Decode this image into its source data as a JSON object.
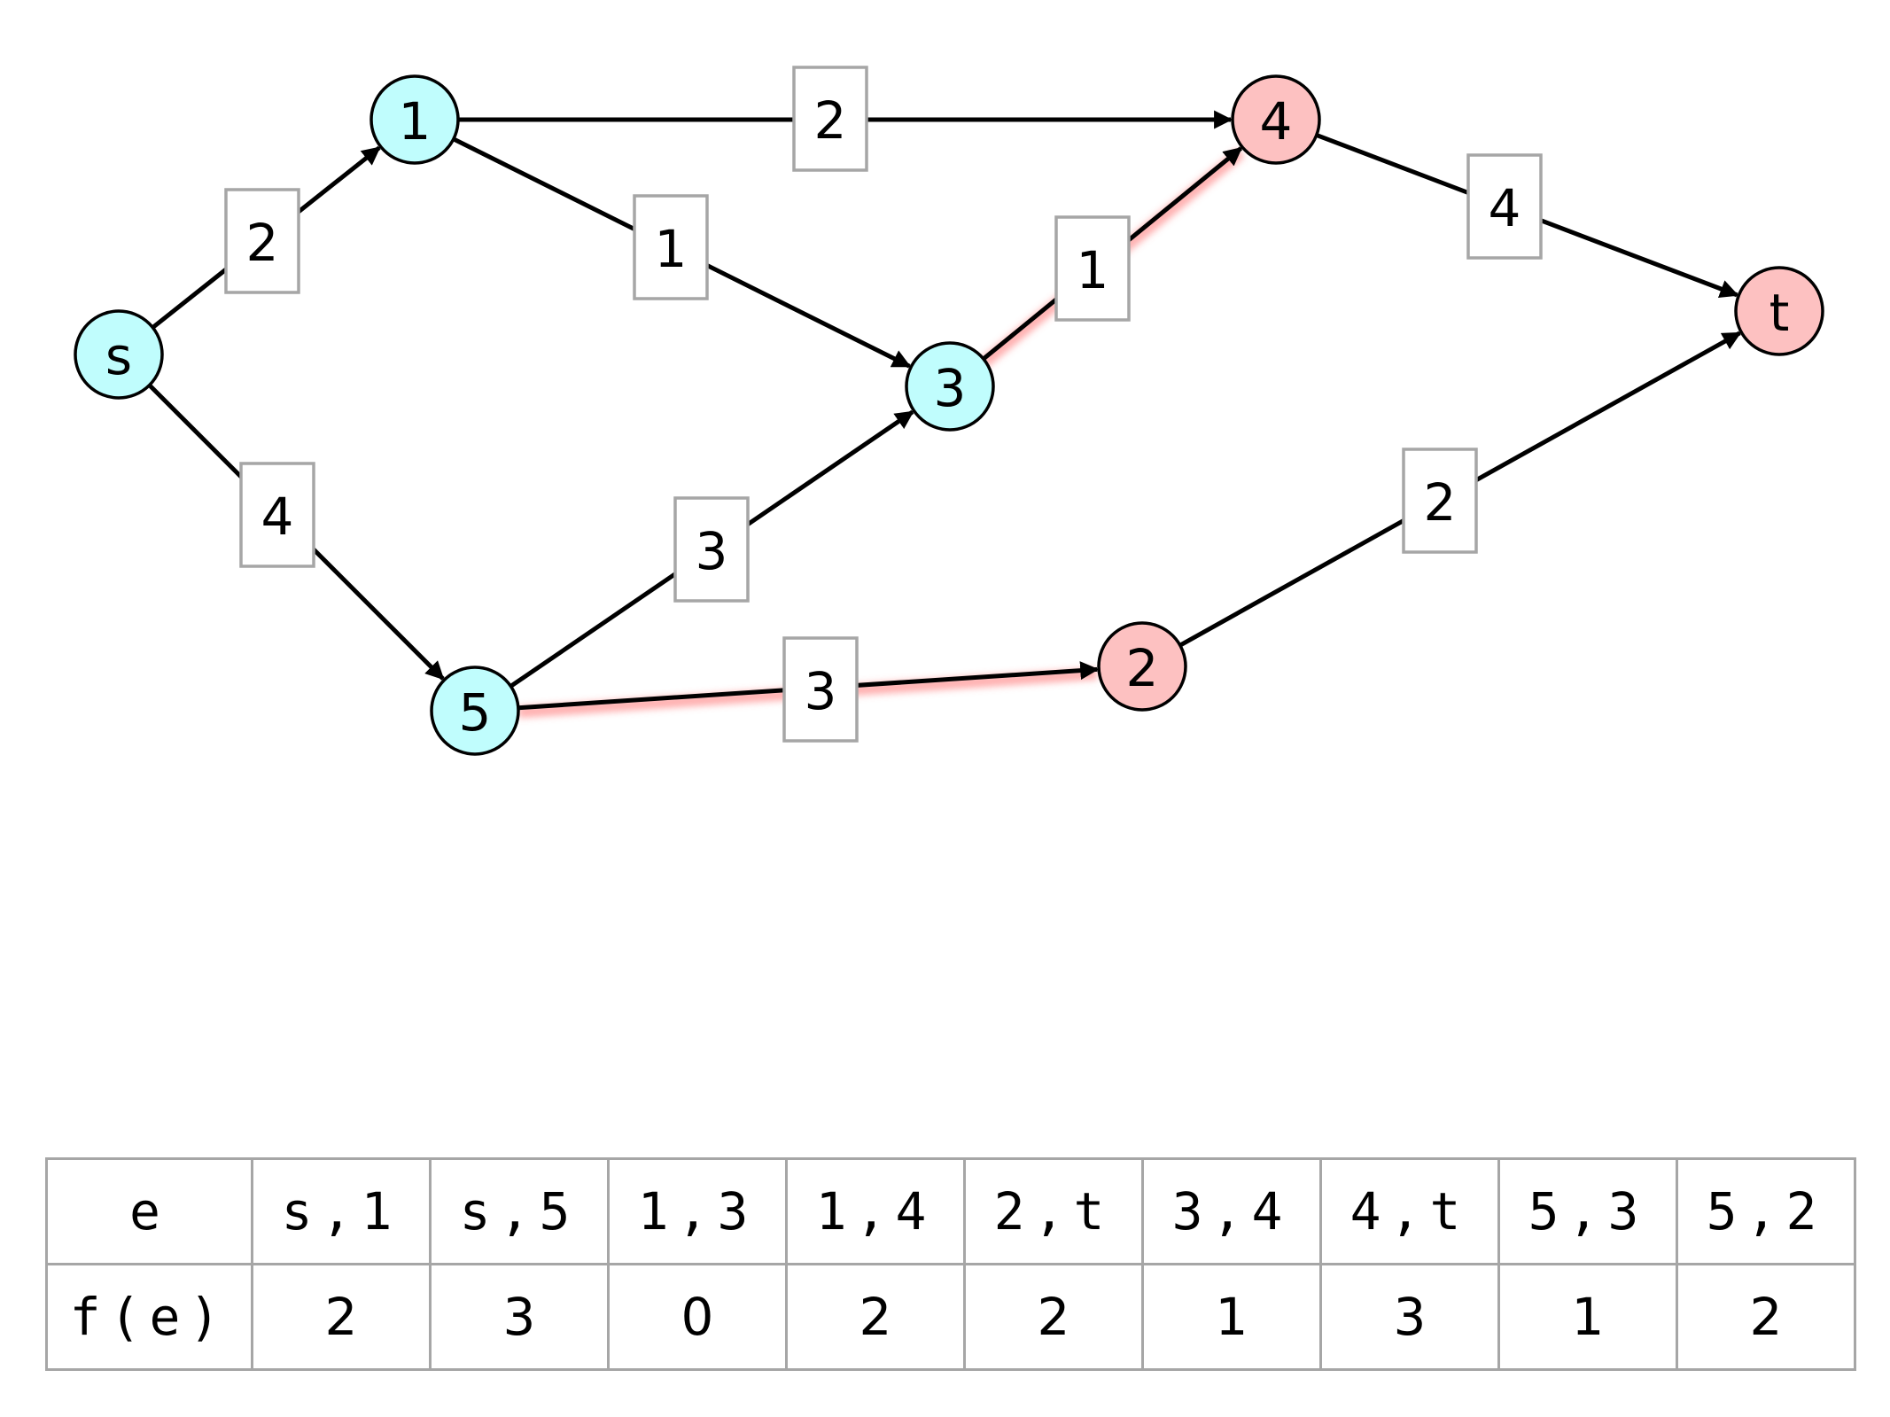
{
  "colors": {
    "source_side_node": "#c0fdfd",
    "sink_side_node": "#fdc1c1",
    "cut_edge_highlight": "#ff6f6f",
    "edge": "#000000",
    "label_border": "#a6a6a6"
  },
  "nodes": [
    {
      "id": "s",
      "label": "s",
      "side": "source"
    },
    {
      "id": "1",
      "label": "1",
      "side": "source"
    },
    {
      "id": "3",
      "label": "3",
      "side": "source"
    },
    {
      "id": "5",
      "label": "5",
      "side": "source"
    },
    {
      "id": "4",
      "label": "4",
      "side": "sink"
    },
    {
      "id": "2",
      "label": "2",
      "side": "sink"
    },
    {
      "id": "t",
      "label": "t",
      "side": "sink"
    }
  ],
  "edges": [
    {
      "from": "s",
      "to": "1",
      "capacity": "2",
      "cut": false
    },
    {
      "from": "s",
      "to": "5",
      "capacity": "4",
      "cut": false
    },
    {
      "from": "1",
      "to": "4",
      "capacity": "2",
      "cut": true
    },
    {
      "from": "1",
      "to": "3",
      "capacity": "1",
      "cut": false
    },
    {
      "from": "3",
      "to": "4",
      "capacity": "1",
      "cut": true
    },
    {
      "from": "5",
      "to": "3",
      "capacity": "3",
      "cut": false
    },
    {
      "from": "5",
      "to": "2",
      "capacity": "3",
      "cut": true
    },
    {
      "from": "4",
      "to": "t",
      "capacity": "4",
      "cut": false
    },
    {
      "from": "2",
      "to": "t",
      "capacity": "2",
      "cut": false
    }
  ],
  "table": {
    "header_label": "e",
    "value_label": "f(e)",
    "edges": [
      "s,1",
      "s,5",
      "1,3",
      "1,4",
      "2,t",
      "3,4",
      "4,t",
      "5,3",
      "5,2"
    ],
    "flows": [
      "2",
      "3",
      "0",
      "2",
      "2",
      "1",
      "3",
      "1",
      "2"
    ]
  }
}
